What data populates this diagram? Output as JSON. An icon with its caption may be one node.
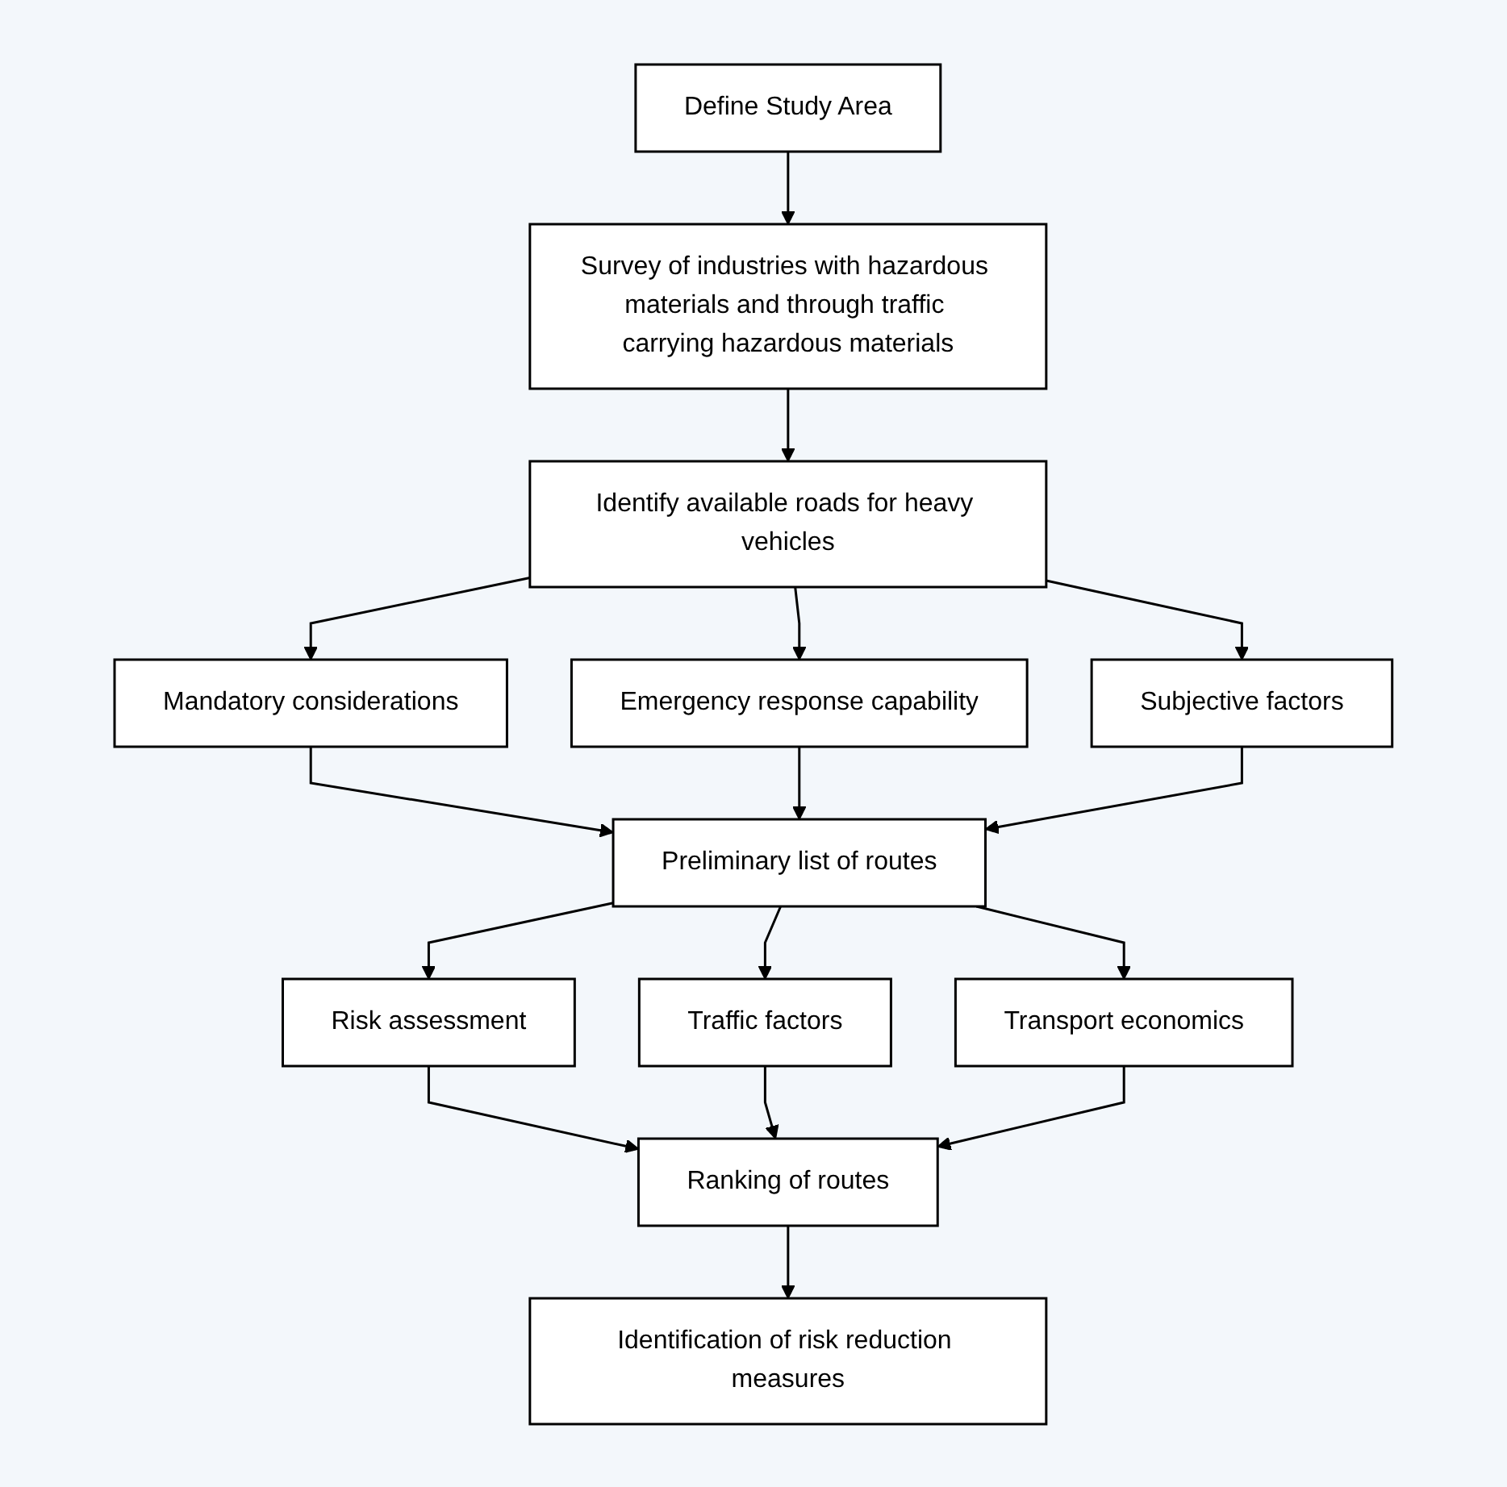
{
  "diagram": {
    "nodes": [
      {
        "text": [
          "Define Study Area"
        ]
      },
      {
        "text": [
          "Survey of industries with hazardous materials and through traffic carrying hazardous materials"
        ]
      },
      {
        "text": [
          "Identify available roads for heavy vehicles"
        ]
      },
      {
        "text": [
          "Mandatory considerations"
        ]
      },
      {
        "text": [
          "Emergency response capability"
        ]
      },
      {
        "text": [
          "Subjective factors"
        ]
      },
      {
        "text": [
          "Preliminary list of routes"
        ]
      },
      {
        "text": [
          "Risk assessment"
        ]
      },
      {
        "text": [
          "Traffic factors"
        ]
      },
      {
        "text": [
          "Transport economics"
        ]
      },
      {
        "text": [
          "Ranking of routes"
        ]
      },
      {
        "text": [
          "Identification of risk reduction measures"
        ]
      }
    ],
    "edges": [
      {
        "from": 0,
        "to": 1,
        "arrow": "to"
      },
      {
        "from": 1,
        "to": 2,
        "arrow": "to"
      },
      {
        "from": 2,
        "to": 3,
        "arrow": "to"
      },
      {
        "from": 2,
        "to": 4,
        "arrow": "to"
      },
      {
        "from": 2,
        "to": 5,
        "arrow": "to"
      },
      {
        "from": 3,
        "to": 6,
        "arrow": "to"
      },
      {
        "from": 4,
        "to": 6,
        "arrow": "to"
      },
      {
        "from": 5,
        "to": 6,
        "arrow": "to"
      },
      {
        "from": 6,
        "to": 7,
        "arrow": "to"
      },
      {
        "from": 6,
        "to": 8,
        "arrow": "to"
      },
      {
        "from": 6,
        "to": 9,
        "arrow": "to"
      },
      {
        "from": 7,
        "to": 10,
        "arrow": "to"
      },
      {
        "from": 8,
        "to": 10,
        "arrow": "to"
      },
      {
        "from": 9,
        "to": 10,
        "arrow": "to"
      },
      {
        "from": 10,
        "to": 11,
        "arrow": "to"
      }
    ]
  }
}
